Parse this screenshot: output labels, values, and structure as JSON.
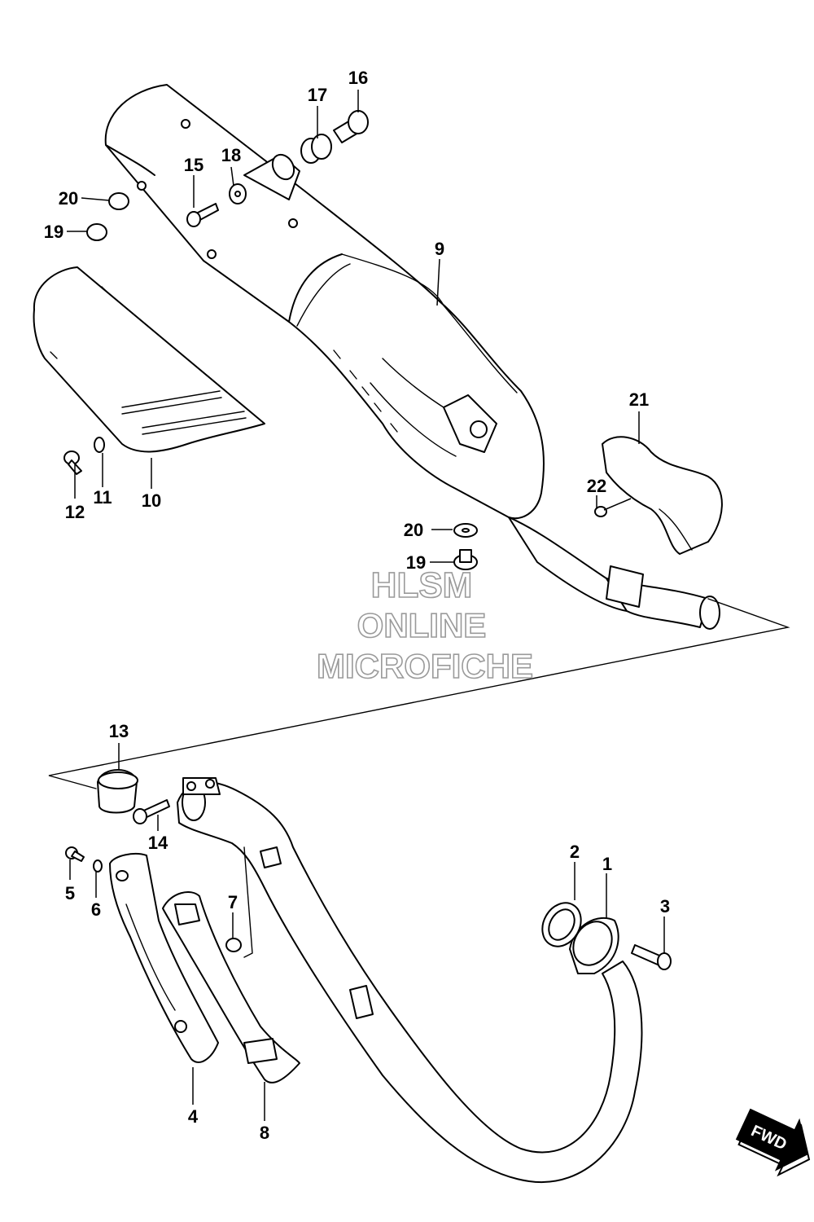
{
  "callouts": [
    {
      "id": "1",
      "text": "1"
    },
    {
      "id": "2",
      "text": "2"
    },
    {
      "id": "3",
      "text": "3"
    },
    {
      "id": "4",
      "text": "4"
    },
    {
      "id": "5",
      "text": "5"
    },
    {
      "id": "6",
      "text": "6"
    },
    {
      "id": "7",
      "text": "7"
    },
    {
      "id": "8",
      "text": "8"
    },
    {
      "id": "9",
      "text": "9"
    },
    {
      "id": "10",
      "text": "10"
    },
    {
      "id": "11",
      "text": "11"
    },
    {
      "id": "12",
      "text": "12"
    },
    {
      "id": "13",
      "text": "13"
    },
    {
      "id": "14",
      "text": "14"
    },
    {
      "id": "15",
      "text": "15"
    },
    {
      "id": "16",
      "text": "16"
    },
    {
      "id": "17",
      "text": "17"
    },
    {
      "id": "18",
      "text": "18"
    },
    {
      "id": "19a",
      "text": "19"
    },
    {
      "id": "20a",
      "text": "20"
    },
    {
      "id": "19b",
      "text": "19"
    },
    {
      "id": "20b",
      "text": "20"
    },
    {
      "id": "21",
      "text": "21"
    },
    {
      "id": "22",
      "text": "22"
    }
  ],
  "watermark": {
    "line1": "HLSM",
    "line2": "ONLINE",
    "line3": "MICROFICHE"
  },
  "fwd_badge": {
    "text": "FWD",
    "icon": "fwd-arrow-icon"
  }
}
